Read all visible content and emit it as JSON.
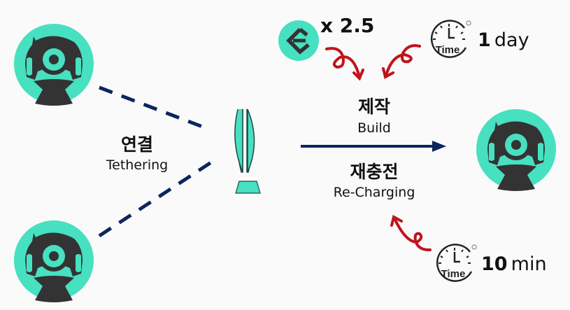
{
  "colors": {
    "background": "#fafafa",
    "mint": "#47e0c0",
    "robot_dark": "#333333",
    "navy": "#0b2560",
    "red": "#c0141b",
    "text": "#111111"
  },
  "nodes": {
    "robot_top_left": {
      "icon": "robot-icon"
    },
    "robot_bottom_left": {
      "icon": "robot-icon"
    },
    "robot_right": {
      "icon": "robot-icon"
    },
    "station": {
      "icon": "charging-station-icon"
    }
  },
  "tethering": {
    "label_kr": "연결",
    "label_en": "Tethering"
  },
  "process": {
    "build_kr": "제작",
    "build_en": "Build",
    "recharge_kr": "재충전",
    "recharge_en": "Re-Charging"
  },
  "cost": {
    "icon": "e-coin-icon",
    "multiplier": "x 2.5"
  },
  "build_time": {
    "icon": "clock-time-icon",
    "clock_label": "Time",
    "value": "1",
    "unit": "day"
  },
  "recharge_time": {
    "icon": "clock-time-icon",
    "clock_label": "Time",
    "value": "10",
    "unit": "min"
  }
}
